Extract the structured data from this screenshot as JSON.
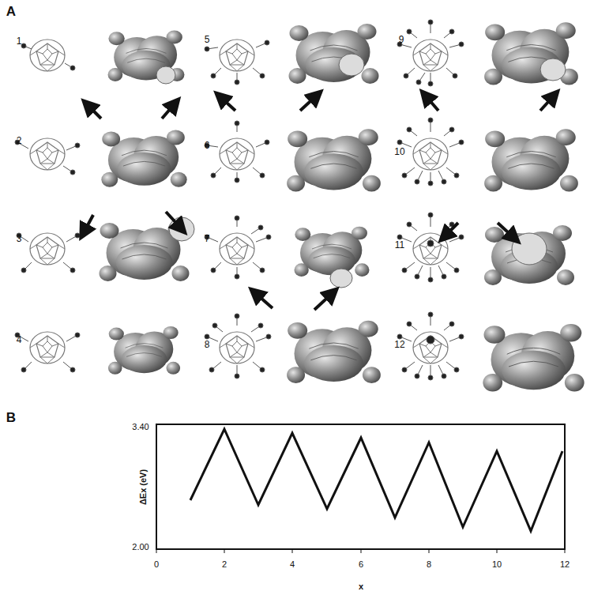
{
  "diagram": {
    "labels": [
      "A",
      "1",
      "5",
      "9",
      "2",
      "6",
      "10",
      "3",
      "7",
      "11",
      "4",
      "8",
      "12",
      "B",
      "3.40",
      "2.00",
      "ΔEx (eV)",
      "0",
      "2",
      "4",
      "6",
      "8",
      "10",
      "12",
      "x"
    ]
  }
}
